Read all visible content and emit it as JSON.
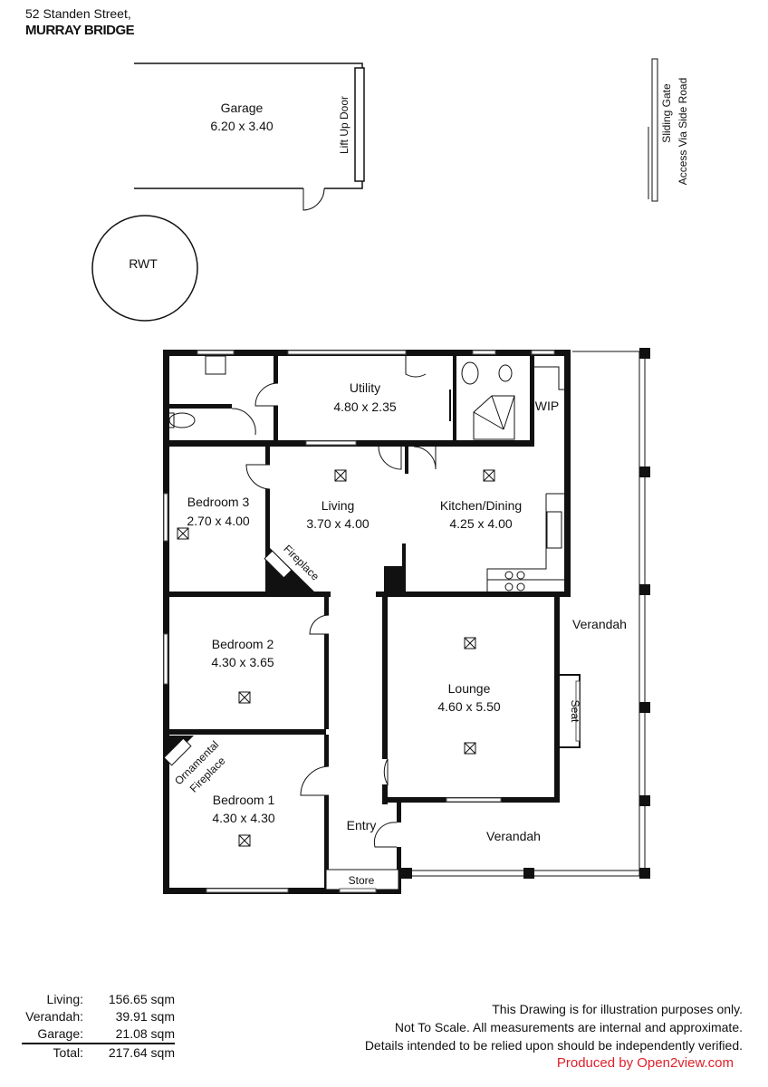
{
  "address": {
    "street": "52 Standen Street,",
    "suburb": "MURRAY BRIDGE"
  },
  "garage": {
    "name": "Garage",
    "size": "6.20 x 3.40",
    "door": "Lift Up Door"
  },
  "rwt": "RWT",
  "gate": {
    "line1": "Sliding Gate",
    "line2": "Access Via Side Road"
  },
  "rooms": {
    "utility": {
      "name": "Utility",
      "size": "4.80 x 2.35"
    },
    "wip": "WIP",
    "bedroom3": {
      "name": "Bedroom 3",
      "size": "2.70 x 4.00"
    },
    "living": {
      "name": "Living",
      "size": "3.70 x 4.00"
    },
    "kitchen": {
      "name": "Kitchen/Dining",
      "size": "4.25 x 4.00"
    },
    "fireplace": "Fireplace",
    "bedroom2": {
      "name": "Bedroom 2",
      "size": "4.30 x 3.65"
    },
    "lounge": {
      "name": "Lounge",
      "size": "4.60 x 5.50"
    },
    "seat": "Seat",
    "verandah_side": "Verandah",
    "ornamental1": "Ornamental",
    "ornamental2": "Fireplace",
    "bedroom1": {
      "name": "Bedroom 1",
      "size": "4.30 x 4.30"
    },
    "entry": "Entry",
    "verandah_front": "Verandah",
    "store": "Store"
  },
  "areas": [
    {
      "label": "Living:",
      "value": "156.65 sqm"
    },
    {
      "label": "Verandah:",
      "value": "39.91 sqm"
    },
    {
      "label": "Garage:",
      "value": "21.08 sqm"
    }
  ],
  "total": {
    "label": "Total:",
    "value": "217.64 sqm"
  },
  "disclaimer": [
    "This Drawing is for illustration purposes only.",
    "Not To Scale. All measurements are internal and approximate.",
    "Details intended to be relied upon should be independently verified."
  ],
  "produced_by": "Produced by Open2view.com",
  "colors": {
    "brand": "#e0202a",
    "wall": "#111111"
  }
}
